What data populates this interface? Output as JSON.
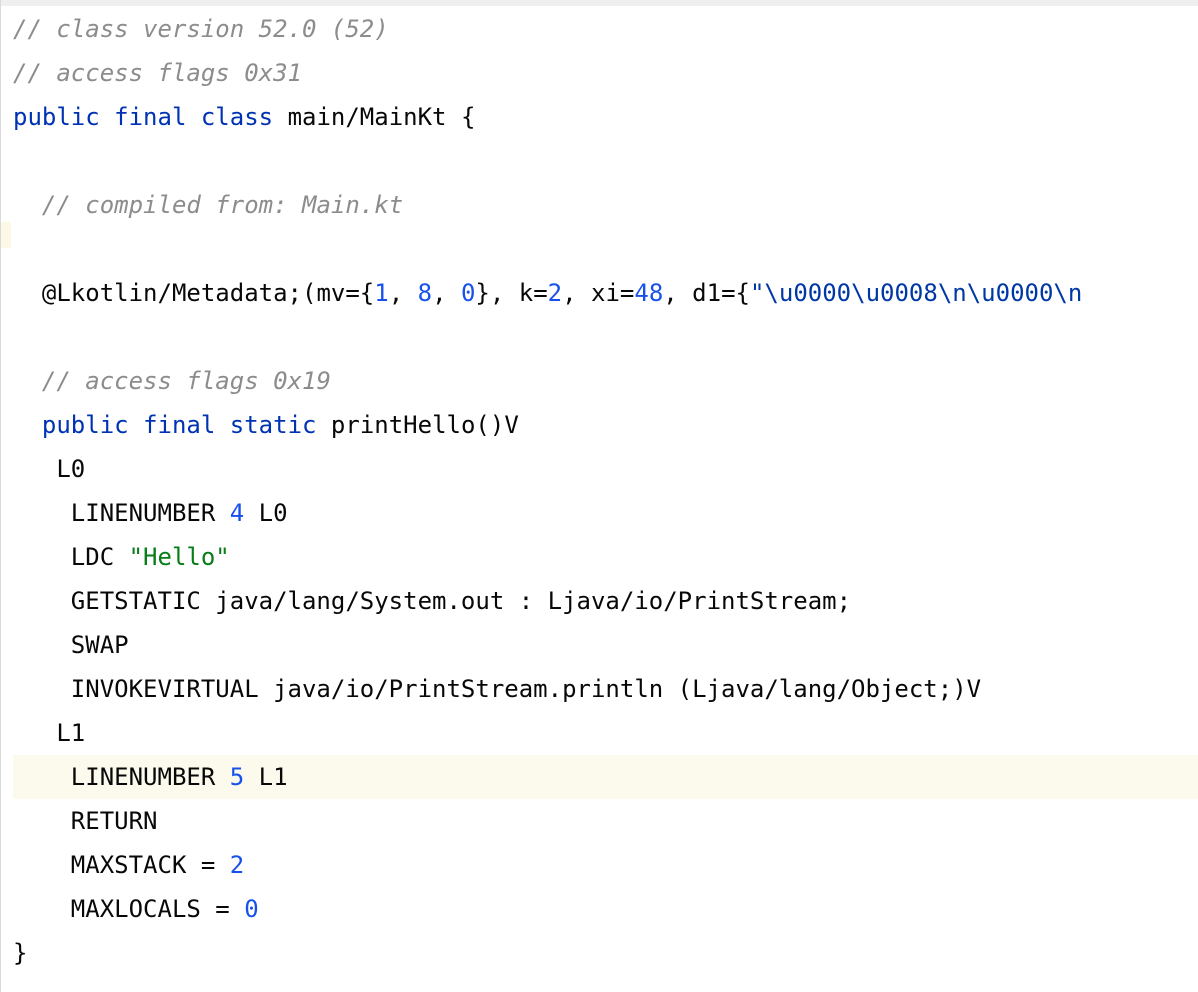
{
  "editor": {
    "lines": {
      "l1": "// class version 52.0 (52)",
      "l2": "// access flags 0x31",
      "l3_kw1": "public",
      "l3_kw2": "final",
      "l3_kw3": "class",
      "l3_rest": "main/MainKt {",
      "l5": "// compiled from: Main.kt",
      "l7_a": "@Lkotlin/Metadata;(mv={",
      "l7_n1": "1",
      "l7_c1": ", ",
      "l7_n2": "8",
      "l7_c2": ", ",
      "l7_n3": "0",
      "l7_b": "}, k=",
      "l7_n4": "2",
      "l7_c": ", xi=",
      "l7_n5": "48",
      "l7_d": ", d1={",
      "l7_str": "\"\\u0000\\u0008\\n\\u0000\\n",
      "l9": "// access flags 0x19",
      "l10_kw1": "public",
      "l10_kw2": "final",
      "l10_kw3": "static",
      "l10_rest": "printHello()V",
      "l11": "L0",
      "l12_a": "LINENUMBER ",
      "l12_n": "4",
      "l12_b": " L0",
      "l13_a": "LDC ",
      "l13_str": "\"Hello\"",
      "l14": "GETSTATIC java/lang/System.out : Ljava/io/PrintStream;",
      "l15": "SWAP",
      "l16": "INVOKEVIRTUAL java/io/PrintStream.println (Ljava/lang/Object;)V",
      "l17": "L1",
      "l18_a": "LINENUMBER ",
      "l18_n": "5",
      "l18_b": " L1",
      "l19": "RETURN",
      "l20_a": "MAXSTACK = ",
      "l20_n": "2",
      "l21_a": "MAXLOCALS = ",
      "l21_n": "0",
      "l22": "}"
    }
  },
  "colors": {
    "keyword": "#0033b3",
    "number": "#1750eb",
    "string": "#067d17",
    "comment": "#8c8c8c",
    "current_line": "#fcfaed"
  }
}
